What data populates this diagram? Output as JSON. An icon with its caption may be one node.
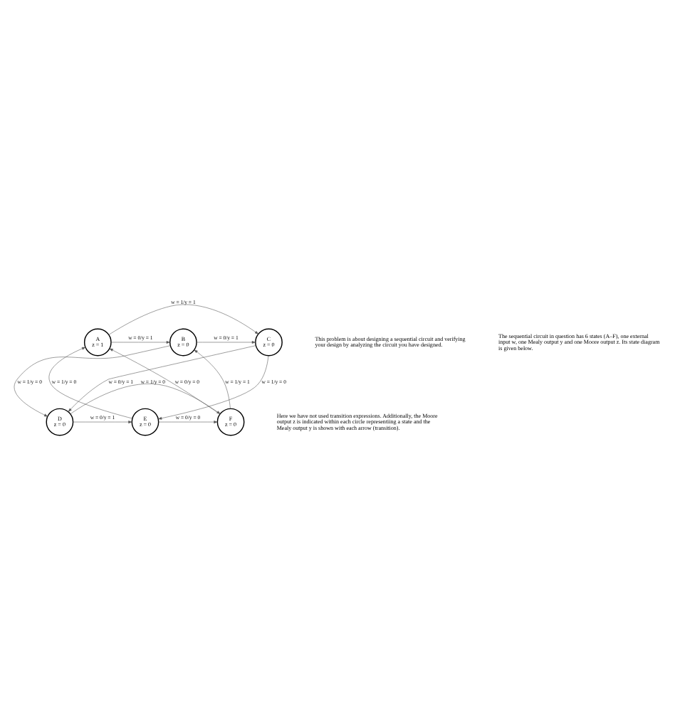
{
  "diagram": {
    "nodes": [
      {
        "text": [
          "A",
          "z = 1"
        ]
      },
      {
        "text": [
          "B",
          "z = 0"
        ]
      },
      {
        "text": [
          "C",
          "z = 0"
        ]
      },
      {
        "text": [
          "F",
          "z = 0"
        ]
      },
      {
        "text": [
          "E",
          "z = 0"
        ]
      },
      {
        "text": [
          "D",
          "z = 0"
        ]
      }
    ],
    "edges": [
      {
        "from": 0,
        "to": 2,
        "arrow": "to",
        "label": "w = 1/y = 1"
      },
      {
        "from": 0,
        "to": 1,
        "arrow": "to",
        "label": "w = 0/y = 1"
      },
      {
        "from": 1,
        "to": 2,
        "arrow": "to",
        "label": "w = 0/y = 1"
      },
      {
        "from": 1,
        "to": 5,
        "arrow": "to",
        "label": "w = 1/y = 0"
      },
      {
        "from": 2,
        "to": 4,
        "arrow": "to",
        "label": "w = 1/y = 0"
      },
      {
        "from": 2,
        "to": 5,
        "arrow": "to",
        "label": "w = 0/y = 1"
      },
      {
        "from": 3,
        "to": 0,
        "arrow": "to",
        "label": "w = 0/y = 0"
      },
      {
        "from": 3,
        "to": 1,
        "arrow": "to",
        "label": "w = 1/y = 1"
      },
      {
        "from": 4,
        "to": 0,
        "arrow": "to",
        "label": "w = 1/y = 0"
      },
      {
        "from": 4,
        "to": 3,
        "arrow": "to",
        "label": "w = 0/y = 0"
      },
      {
        "from": 5,
        "to": 4,
        "arrow": "to",
        "label": "w = 0/y = 1"
      },
      {
        "from": 5,
        "to": 3,
        "arrow": "to",
        "label": "w = 1/y = 0"
      }
    ],
    "labels": [
      "This problem is about designing a sequential circuit and verifying your design by analyzing the circuit you have designed.",
      "The sequential circuit in question has 6 states (A–F), one external input w, one Mealy output y and one Moore output z. Its state diagram is given below.",
      "Here we have not used transition expressions. Additionally, the Moore output z is indicated within each circle representiing a state and the Mealy output y is shown with each arrow (transition)."
    ]
  }
}
